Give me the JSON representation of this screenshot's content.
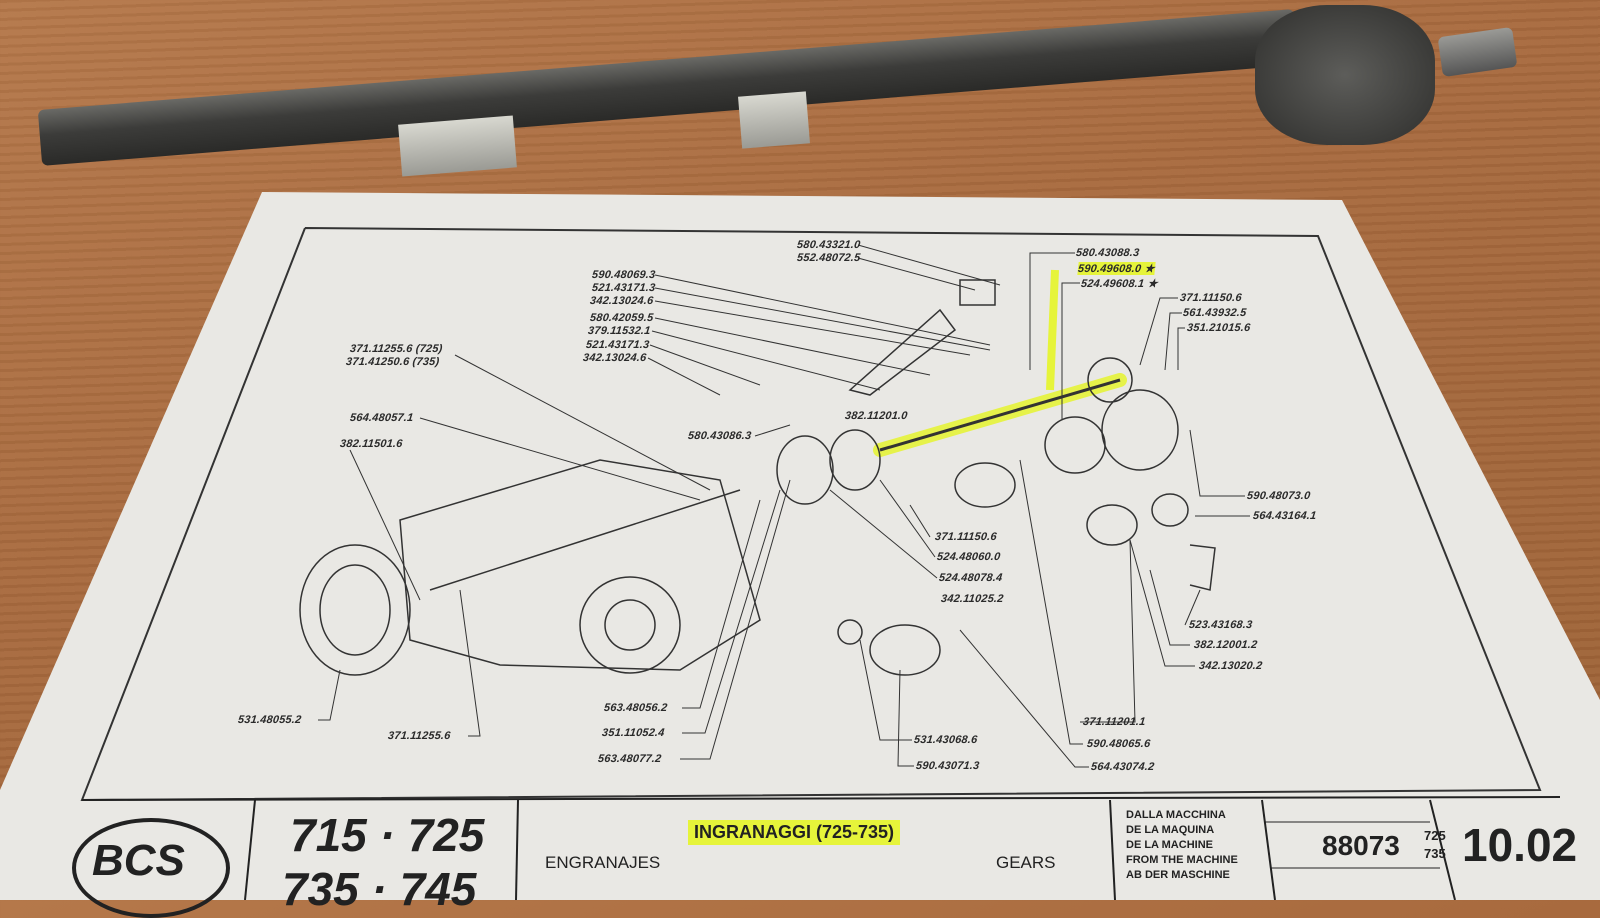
{
  "diagram_labels": {
    "top": [
      "580.43321.0",
      "552.48072.5"
    ],
    "left_group": [
      "590.48069.3",
      "521.43171.3",
      "342.13024.6",
      "580.42059.5",
      "379.11532.1",
      "521.43171.3",
      "342.13024.6"
    ],
    "shaft_ref": [
      "371.11255.6 (725)",
      "371.41250.6 (735)"
    ],
    "left": [
      "564.48057.1",
      "382.11501.6",
      "580.43086.3",
      "382.11201.0"
    ],
    "right_top": [
      "580.43088.3",
      "590.49608.0 ★",
      "524.49608.1 ★",
      "371.11150.6",
      "561.43932.5",
      "351.21015.6"
    ],
    "center": [
      "371.11150.6",
      "524.48060.0",
      "524.48078.4",
      "342.11025.2"
    ],
    "right": [
      "590.48073.0",
      "564.43164.1",
      "523.43168.3",
      "382.12001.2",
      "342.13020.2"
    ],
    "bottom_right": [
      "371.11201.1",
      "590.48065.6",
      "564.43074.2",
      "531.43068.6",
      "590.43071.3"
    ],
    "bottom_left": [
      "563.48056.2",
      "351.11052.4",
      "563.48077.2",
      "531.48055.2",
      "371.11255.6"
    ]
  },
  "title_block": {
    "logo": "BCS",
    "models_line1": "715 · 725",
    "models_line2": "735 · 745",
    "title": "INGRANAGGI (725-735)",
    "subtitle_es": "ENGRANAJES",
    "subtitle_en": "GEARS",
    "from_machine": [
      "DALLA MACCHINA",
      "DE LA MAQUINA",
      "DE LA MACHINE",
      "FROM THE MACHINE",
      "AB DER MASCHINE"
    ],
    "serial": "88073",
    "serial_models": [
      "725",
      "735"
    ],
    "page": "10.02"
  },
  "colors": {
    "highlight": "#e6f43a",
    "paper": "#e9e8e4",
    "wood": "#a86a3e"
  }
}
